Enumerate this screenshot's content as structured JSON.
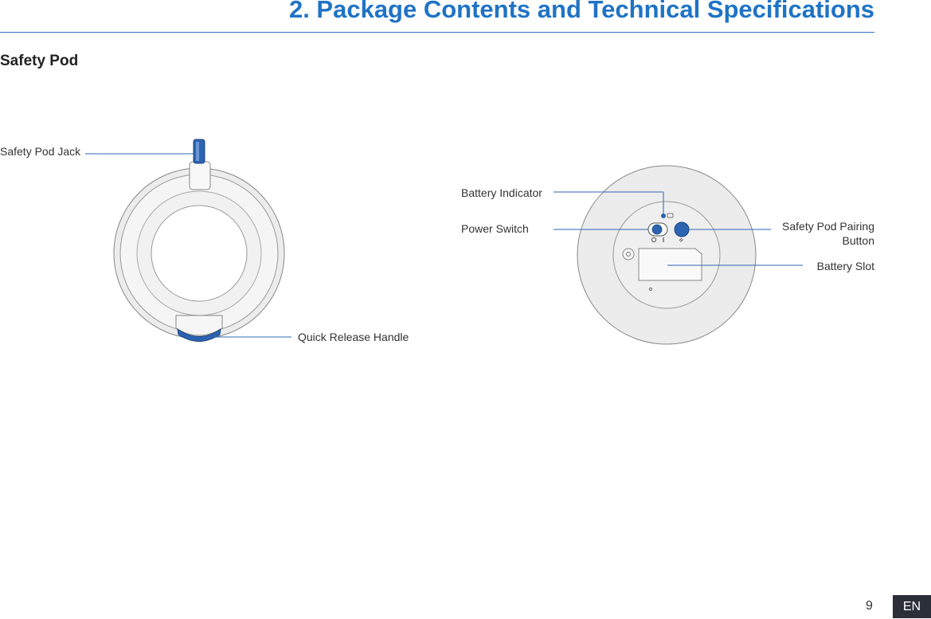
{
  "header": {
    "title": "2. Package Contents and Technical Specifications"
  },
  "section": {
    "title": "Safety Pod"
  },
  "front_view": {
    "callouts": {
      "jack": "Safety Pod Jack",
      "handle": "Quick Release Handle"
    }
  },
  "back_view": {
    "callouts": {
      "battery_indicator": "Battery Indicator",
      "power_switch": "Power Switch",
      "pairing_button_line1": "Safety Pod Pairing",
      "pairing_button_line2": "Button",
      "battery_slot": "Battery Slot"
    },
    "switch_marks": {
      "off": "O",
      "on": "I"
    }
  },
  "footer": {
    "page_number": "9",
    "language": "EN"
  },
  "colors": {
    "accent": "#1f73c5",
    "device_blue": "#2c64b2",
    "device_grey": "#eeeeee"
  }
}
